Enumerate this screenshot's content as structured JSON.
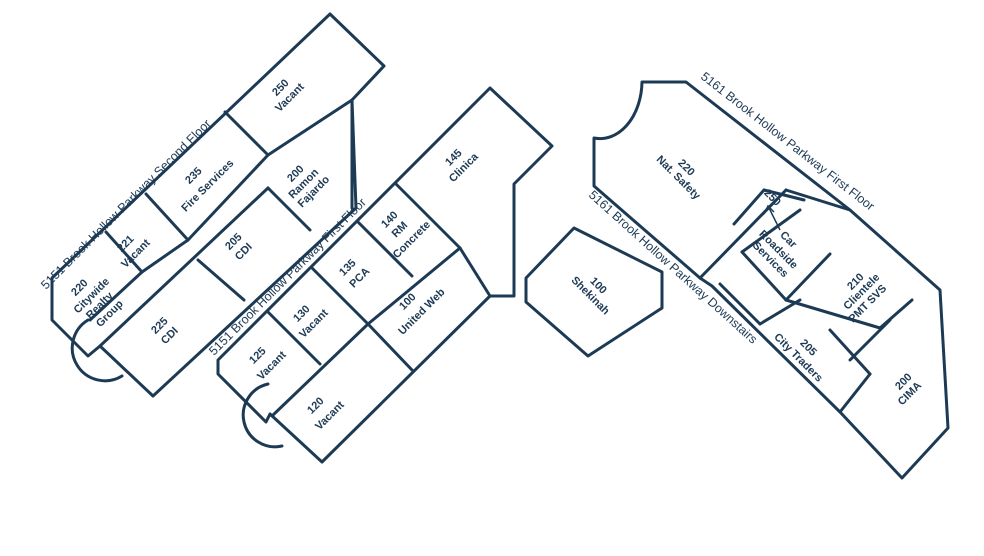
{
  "floor_labels": {
    "label_5151_second": "5151 Brook Hollow Parkway Second Floor",
    "label_5151_first": "5151 Brook Hollow Parkway First Floor",
    "label_5161_first": "5161 Brook Hollow Parkway First Floor",
    "label_5161_downstairs": "5161 Brook Hollow Parkway Downstairs"
  },
  "units_5151_second": {
    "u250": {
      "num": "250",
      "name": "Vacant"
    },
    "u235": {
      "num": "235",
      "name": "Fire Services"
    },
    "u200": {
      "num": "200",
      "name1": "Ramon",
      "name2": "Fajardo"
    },
    "u221": {
      "num": "221",
      "name": "Vacant"
    },
    "u205": {
      "num": "205",
      "name": "CDI"
    },
    "u220": {
      "num": "220",
      "name1": "Citywide",
      "name2": "Realty",
      "name3": "Group"
    },
    "u225": {
      "num": "225",
      "name": "CDI"
    }
  },
  "units_5151_first": {
    "u145": {
      "num": "145",
      "name": "Clinica"
    },
    "u140": {
      "num": "140",
      "name1": "RM",
      "name2": "Concrete"
    },
    "u135": {
      "num": "135",
      "name": "PCA"
    },
    "u130": {
      "num": "130",
      "name": "Vacant"
    },
    "u100": {
      "num": "100",
      "name": "United Web"
    },
    "u125": {
      "num": "125",
      "name": "Vacant"
    },
    "u120": {
      "num": "120",
      "name": "Vacant"
    }
  },
  "units_5161": {
    "u220": {
      "num": "220",
      "name": "Nat. Safety"
    },
    "u250": {
      "num": "250"
    },
    "ucar": {
      "name1": "Car",
      "name2": "Roadside",
      "name3": "Services"
    },
    "u210": {
      "num": "210",
      "name1": "Clientele",
      "name2": "PMT SVS"
    },
    "u205": {
      "num": "205",
      "name": "City Traders"
    },
    "u200": {
      "num": "200",
      "name": "CIMA"
    },
    "u100": {
      "num": "100",
      "name": "Shekinah"
    }
  }
}
